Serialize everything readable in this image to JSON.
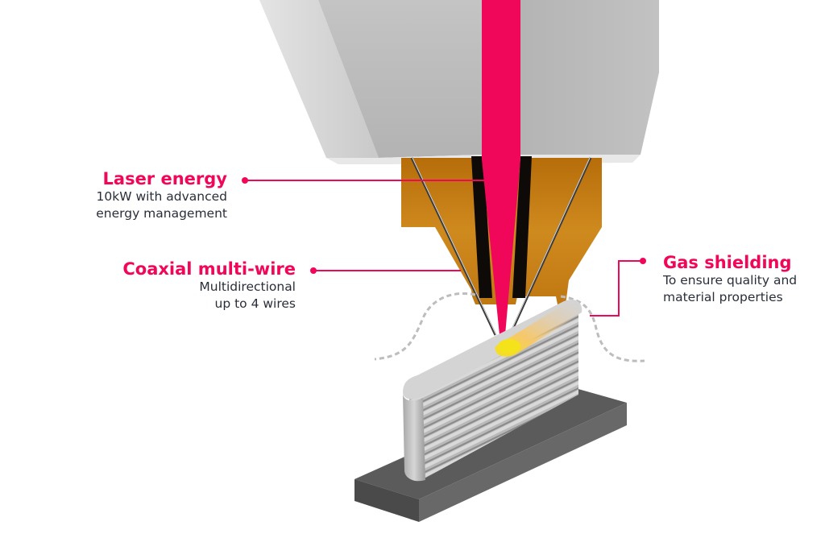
{
  "diagram": {
    "subject": "Laser wire additive manufacturing deposition head",
    "colors": {
      "accent": "#f0075a",
      "text": "#2a2e3a",
      "housing": "#b8b8b8",
      "nozzle": "#c27a12",
      "substrate": "#5e5e5e",
      "wall": "#b0b0b0",
      "melt_pool": "#f4e21a"
    },
    "callouts": [
      {
        "id": "laser",
        "title": "Laser energy",
        "lines": [
          "10kW with advanced",
          "energy management"
        ]
      },
      {
        "id": "wire",
        "title": "Coaxial multi-wire",
        "lines": [
          "Multidirectional",
          "up to 4 wires"
        ]
      },
      {
        "id": "gas",
        "title": "Gas shielding",
        "lines": [
          "To ensure quality and",
          "material properties"
        ]
      }
    ]
  }
}
